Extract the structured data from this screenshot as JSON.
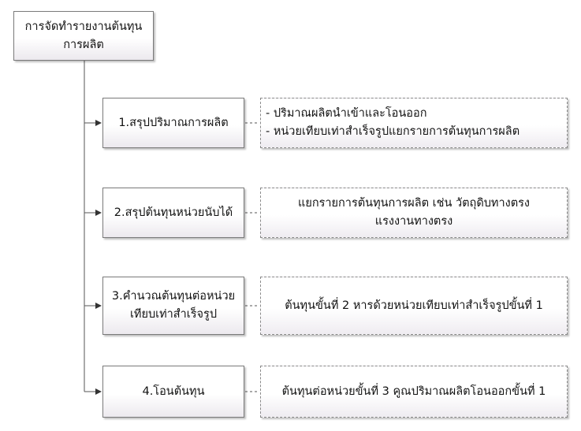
{
  "root": {
    "line1": "การจัดทำรายงานต้นทุน",
    "line2": "การผลิต"
  },
  "steps": [
    {
      "label": "1.สรุปปริมาณการผลิต"
    },
    {
      "label": "2.สรุปต้นทุนหน่วยนับได้"
    },
    {
      "line1": "3.คำนวณต้นทุนต่อหน่วย",
      "line2": "เทียบเท่าสำเร็จรูป"
    },
    {
      "label": "4.โอนต้นทุน"
    }
  ],
  "details": [
    {
      "line1": "- ปริมาณผลิตนำเข้าและโอนออก",
      "line2": "- หน่วยเทียบเท่าสำเร็จรูปแยกรายการต้นทุนการผลิต"
    },
    {
      "line1": "แยกรายการต้นทุนการผลิต เช่น วัตถุดิบทางตรง",
      "line2": "แรงงานทางตรง"
    },
    {
      "text": "ต้นทุนขั้นที่ 2 หารด้วยหน่วยเทียบเท่าสำเร็จรูปขั้นที่ 1"
    },
    {
      "text": "ต้นทุนต่อหน่วยขั้นที่ 3 คูณปริมาณผลิตโอนออกขั้นที่ 1"
    }
  ]
}
